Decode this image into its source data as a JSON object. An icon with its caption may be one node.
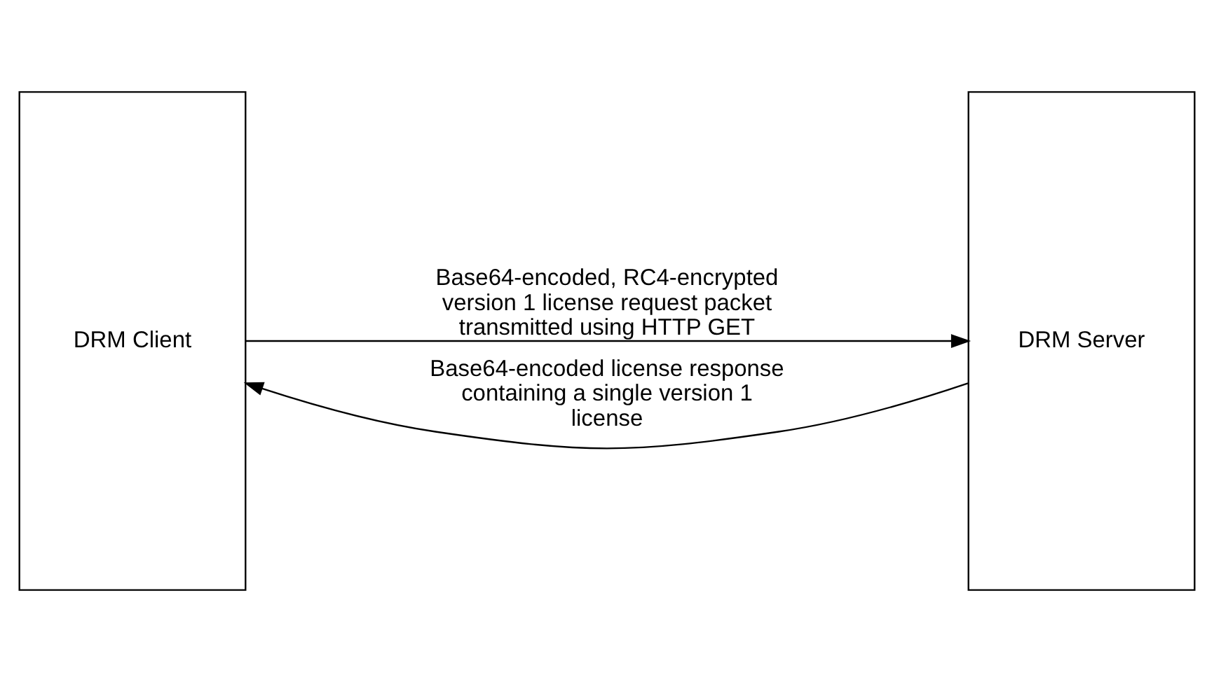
{
  "diagram": {
    "nodes": [
      {
        "text": [
          "DRM Client"
        ]
      },
      {
        "text": [
          "DRM Server"
        ]
      }
    ],
    "edges": [
      {
        "from": 0,
        "to": 1,
        "arrow": "to",
        "label": "Base64-encoded, RC4-encrypted version 1 license request packet transmitted using HTTP GET"
      },
      {
        "from": 1,
        "to": 0,
        "arrow": "to",
        "label": "Base64-encoded license response containing a single version 1 license"
      }
    ]
  }
}
